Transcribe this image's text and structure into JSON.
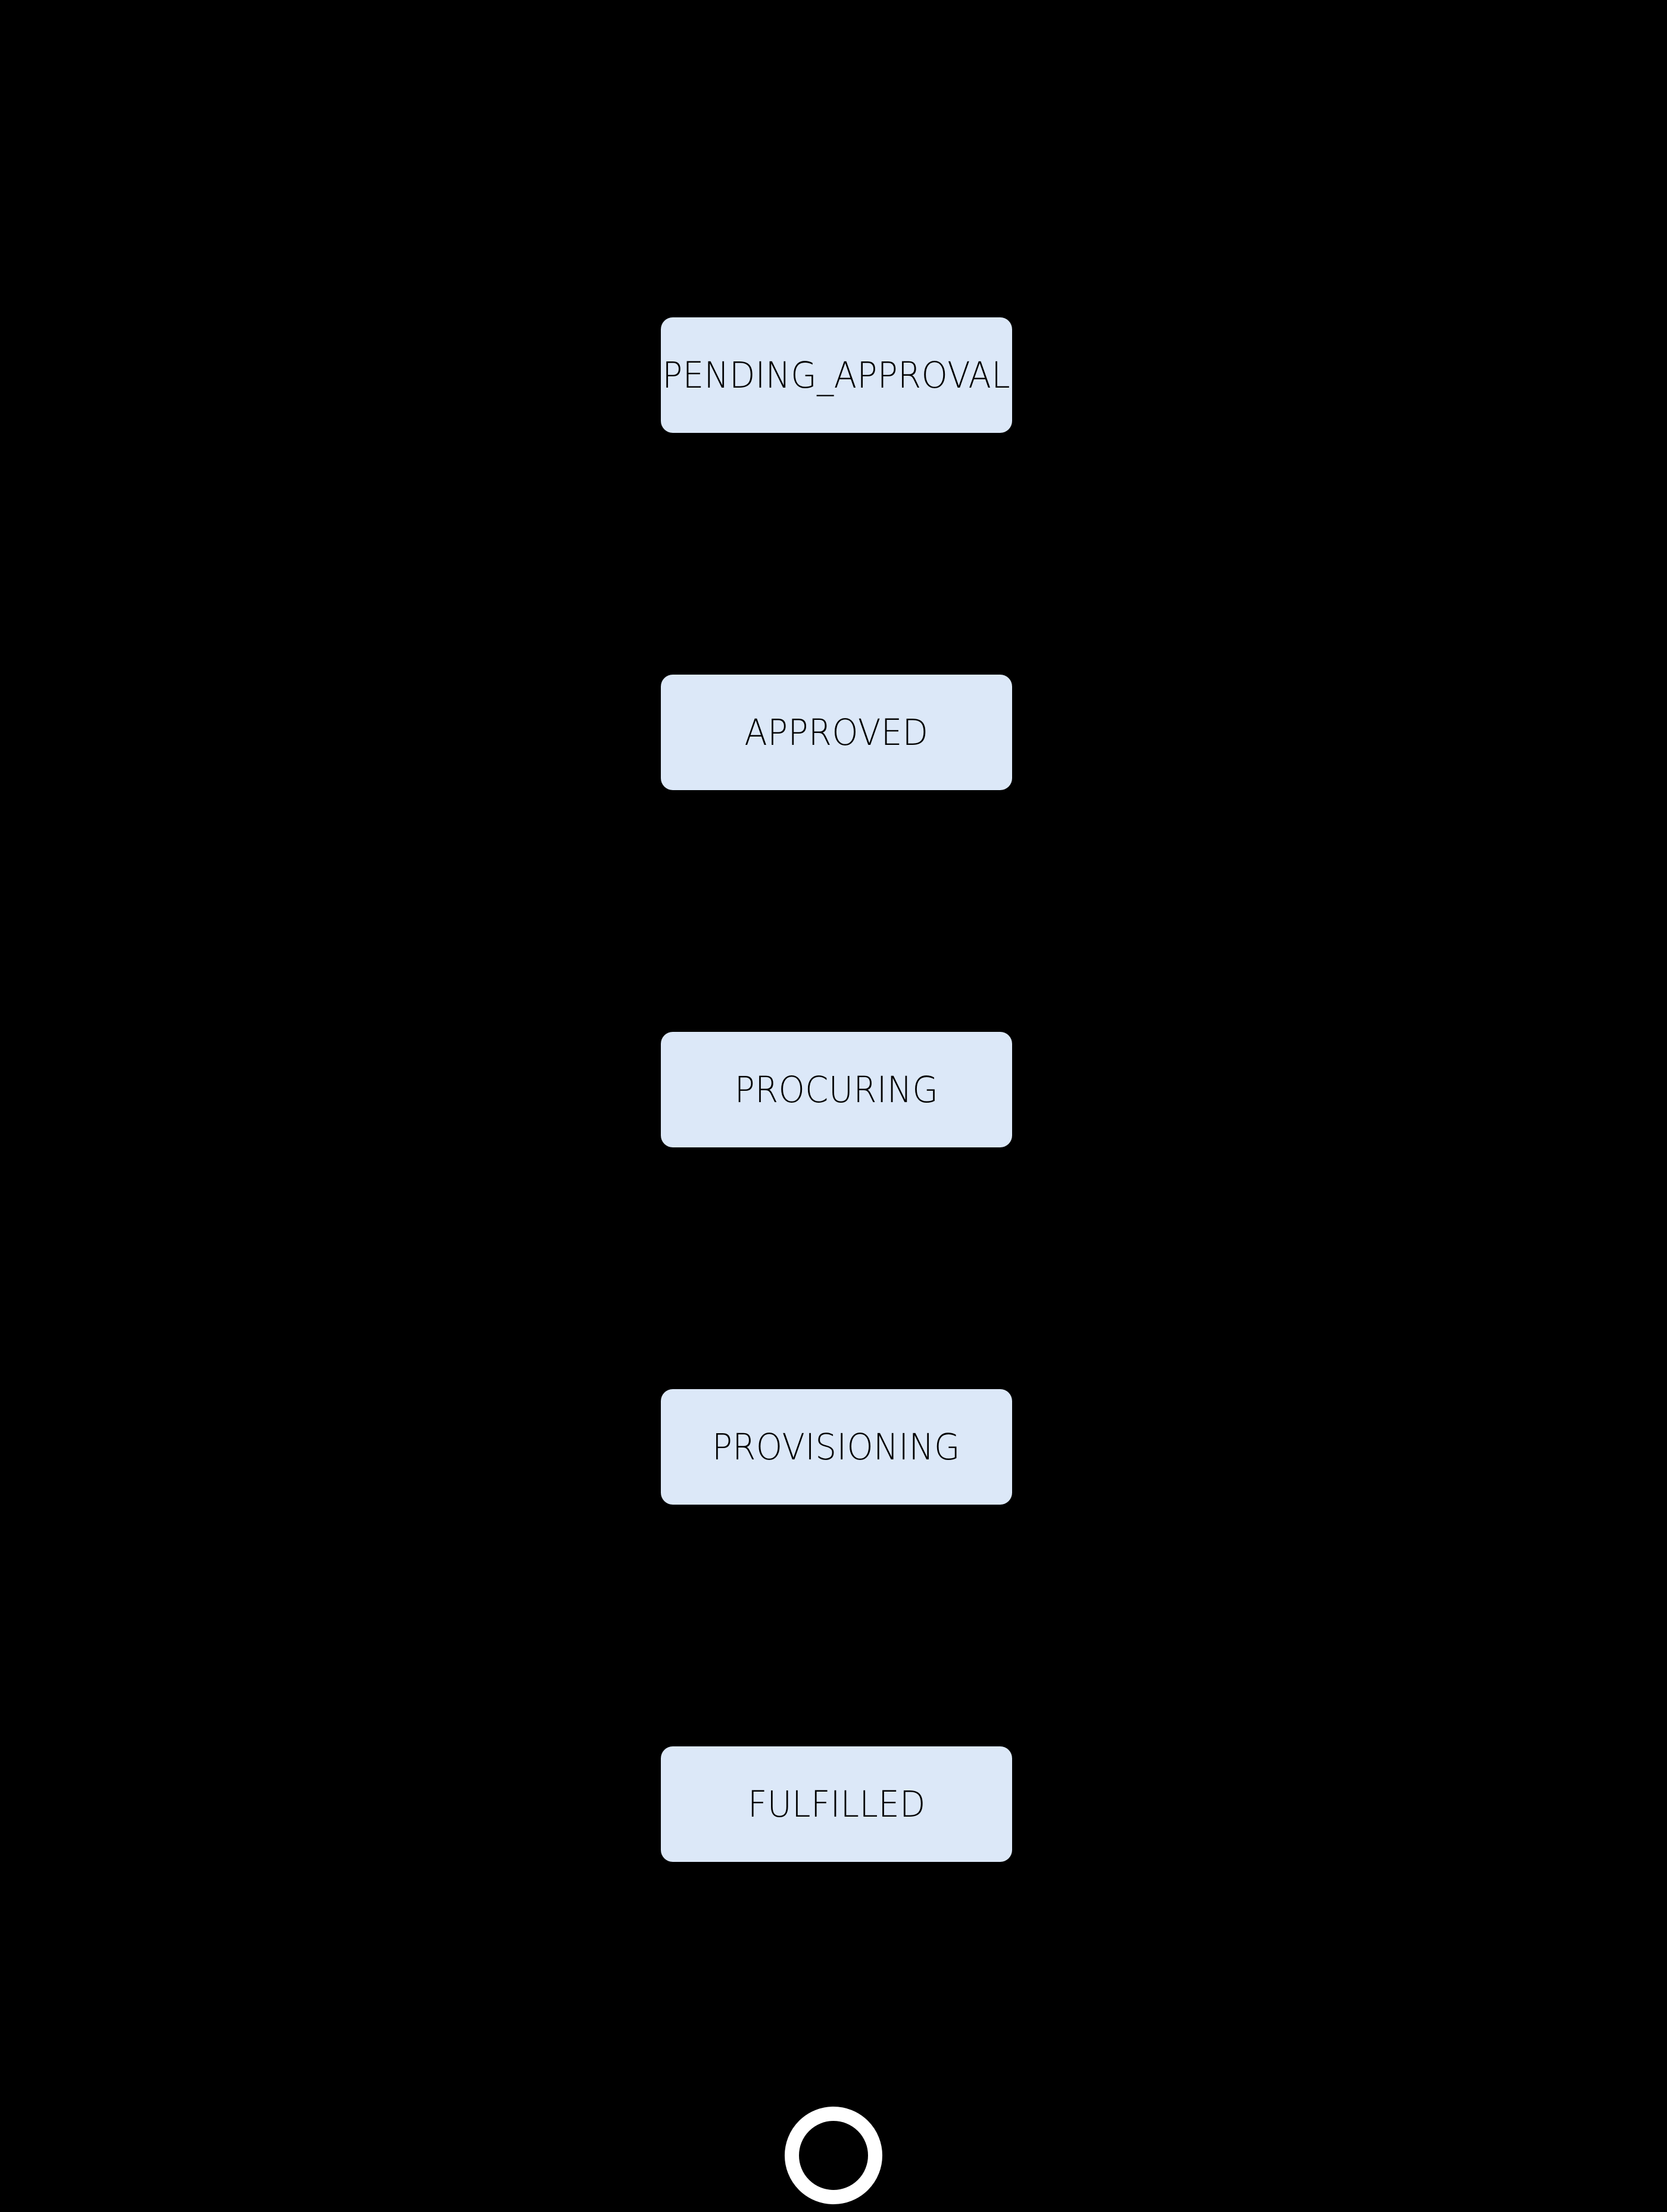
{
  "diagram": {
    "type": "state-flow",
    "orientation": "vertical",
    "background_color": "#000000",
    "node_fill_color": "#dce8f8",
    "node_text_color": "#000000",
    "edge_color": "#000000",
    "terminal_marker_color": "#ffffff",
    "nodes": [
      {
        "id": "PENDING_APPROVAL",
        "label": "PENDING_APPROVAL"
      },
      {
        "id": "APPROVED",
        "label": "APPROVED"
      },
      {
        "id": "PROCURING",
        "label": "PROCURING"
      },
      {
        "id": "PROVISIONING",
        "label": "PROVISIONING"
      },
      {
        "id": "FULFILLED",
        "label": "FULFILLED"
      }
    ],
    "edges": [
      {
        "from": "PENDING_APPROVAL",
        "to": "APPROVED",
        "label": ""
      },
      {
        "from": "APPROVED",
        "to": "PROCURING",
        "label": ""
      },
      {
        "from": "PROCURING",
        "to": "PROVISIONING",
        "label": ""
      },
      {
        "from": "PROVISIONING",
        "to": "FULFILLED",
        "label": ""
      },
      {
        "from": "FULFILLED",
        "to": "END",
        "label": ""
      }
    ],
    "terminal": {
      "id": "END",
      "shape": "ring",
      "label": ""
    }
  }
}
